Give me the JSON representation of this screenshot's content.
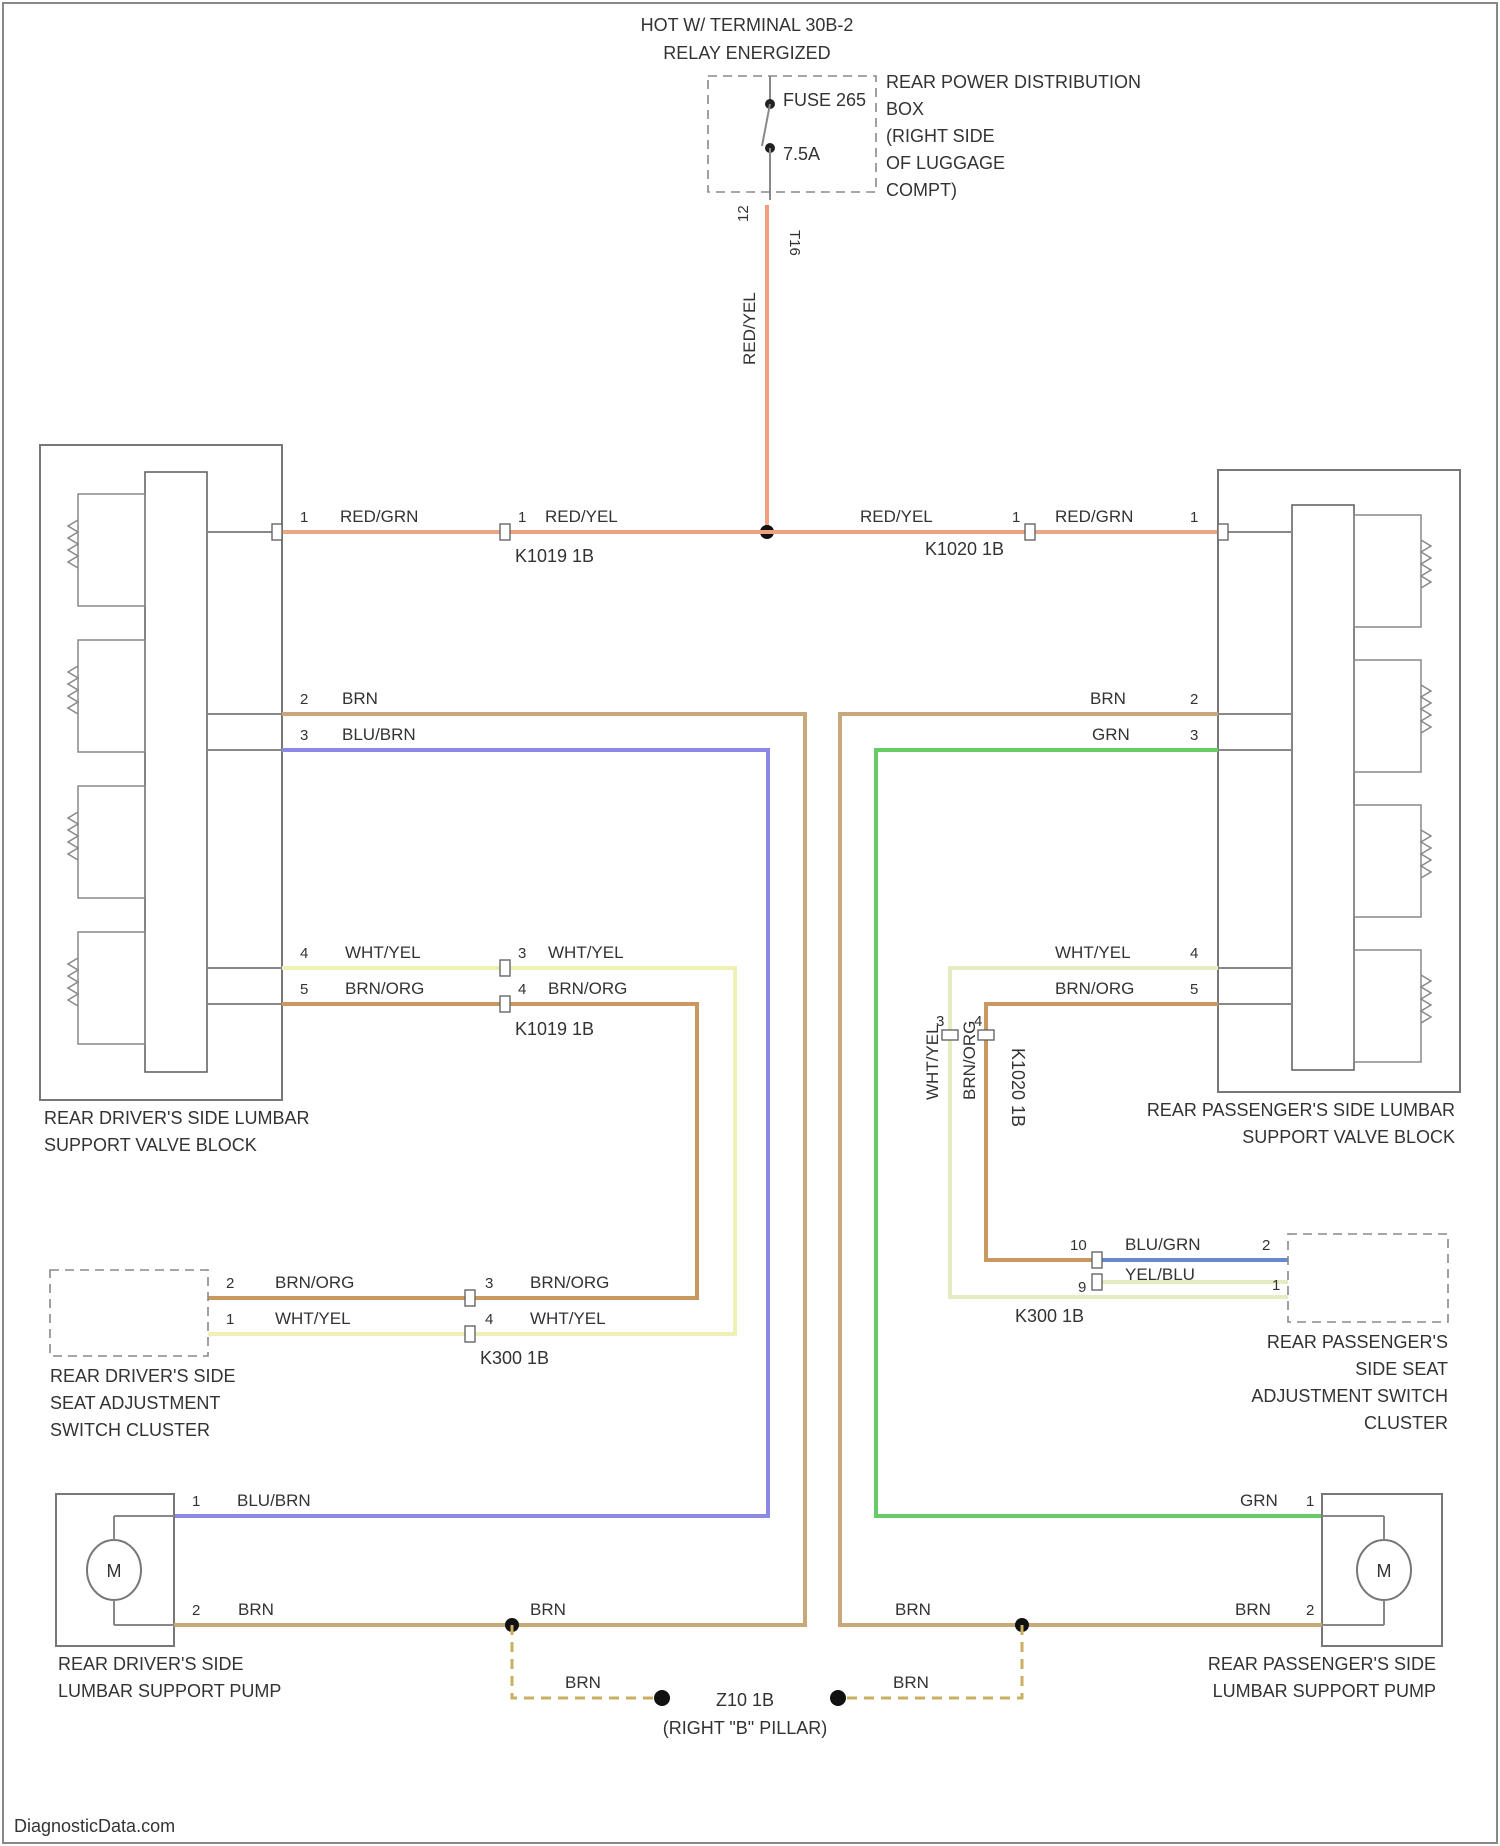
{
  "source": {
    "line1": "HOT W/ TERMINAL 30B-2",
    "line2": "RELAY ENERGIZED",
    "fuse_name": "FUSE 265",
    "fuse_rating": "7.5A",
    "box_label": [
      "REAR POWER DISTRIBUTION",
      "BOX",
      "(RIGHT SIDE",
      "OF LUGGAGE",
      "COMPT)"
    ],
    "conn_label": "T16",
    "conn_pin": "12",
    "wire": "RED/YEL"
  },
  "left_valve_block": {
    "label": [
      "REAR DRIVER'S SIDE LUMBAR",
      "SUPPORT VALVE BLOCK"
    ],
    "pins": [
      "1",
      "2",
      "3",
      "4",
      "5"
    ]
  },
  "right_valve_block": {
    "label": [
      "REAR PASSENGER'S SIDE LUMBAR",
      "SUPPORT VALVE BLOCK"
    ],
    "pins": [
      "1",
      "2",
      "3",
      "4",
      "5"
    ]
  },
  "left_switch": {
    "label": [
      "REAR DRIVER'S SIDE",
      "SEAT ADJUSTMENT",
      "SWITCH CLUSTER"
    ],
    "pins": [
      "2",
      "1"
    ]
  },
  "right_switch": {
    "label": [
      "REAR PASSENGER'S",
      "SIDE SEAT",
      "ADJUSTMENT SWITCH",
      "CLUSTER"
    ],
    "pins": [
      "2",
      "1"
    ]
  },
  "left_pump": {
    "label": [
      "REAR DRIVER'S SIDE",
      "LUMBAR SUPPORT PUMP"
    ],
    "pins": [
      "1",
      "2"
    ],
    "motor": "M"
  },
  "right_pump": {
    "label": [
      "REAR PASSENGER'S SIDE",
      "LUMBAR SUPPORT PUMP"
    ],
    "pins": [
      "1",
      "2"
    ],
    "motor": "M"
  },
  "wires": {
    "red_grn": "RED/GRN",
    "red_yel": "RED/YEL",
    "brn": "BRN",
    "blu_brn": "BLU/BRN",
    "grn": "GRN",
    "wht_yel": "WHT/YEL",
    "brn_org": "BRN/ORG",
    "blu_grn": "BLU/GRN",
    "yel_blu": "YEL/BLU"
  },
  "connectors": {
    "k1019": "K1019 1B",
    "k1020": "K1020 1B",
    "k1019b": "K1019 1B",
    "k1020b": "K1020 1B",
    "k300_left": "K300 1B",
    "k300_right": "K300 1B",
    "pins": {
      "k1019_top": "1",
      "k1020_top": "1",
      "k1019_wht": "3",
      "k1019_brn": "4",
      "k300l_brn": "3",
      "k300l_wht": "4",
      "k1020_wht": "3",
      "k1020_brn": "4",
      "k300r_brn": "10",
      "k300r_wht": "9"
    }
  },
  "ground": {
    "label": "Z10 1B",
    "location": "(RIGHT \"B\" PILLAR)"
  },
  "footer": "DiagnosticData.com",
  "colors": {
    "red_yel": "#f0a080",
    "red_grn": "#e8a888",
    "brn": "#c8a878",
    "blu_brn": "#8c88e6",
    "grn": "#66cc66",
    "wht_yel": "#eef0b4",
    "brn_org": "#c89860",
    "blu_grn": "#6688d0",
    "yel_blu": "#e4ecc0",
    "ground_dash": "#c8b060"
  }
}
